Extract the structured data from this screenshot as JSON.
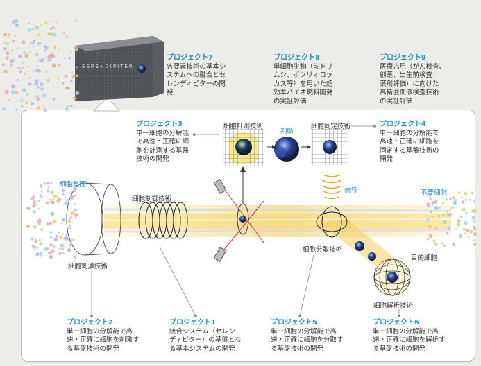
{
  "colors": {
    "accent": "#1a8fc9",
    "beam": "#f2d060",
    "panel_border": "#b8b8b2",
    "line": "#888888"
  },
  "brand": "SERENDIPITER",
  "projects": [
    {
      "title": "プロジェクト7",
      "body": "各要素技術の基本シ\nステムへの融合とセ\nレンディピターの開\n発"
    },
    {
      "title": "プロジェクト8",
      "body": "単細胞生物（ミドリ\nムシ、ボツリオコッ\nカス等）を用いた超\n効率バイオ燃料開発\nの実証評価"
    },
    {
      "title": "プロジェクト9",
      "body": "医療応用（がん検査、\n創薬、出生前検査、\n薬剤評価）に向けた\n高精度血液検査技術\nの実証評価"
    },
    {
      "title": "プロジェクト3",
      "body": "単一細胞の分解能\nで高速・正確に細\n胞を計測する基盤\n技術の開発"
    },
    {
      "title": "プロジェクト4",
      "body": "単一細胞の分解能で\n高速・正確に細胞を\n同定する基盤技術の\n開発"
    },
    {
      "title": "プロジェクト2",
      "body": "単一細胞の分解能で高\n速・正確に細胞を刺激す\nる基盤技術の開発"
    },
    {
      "title": "プロジェクト1",
      "body": "統合システム（セレン\nディピター）の基盤とな\nる基本システムの開発"
    },
    {
      "title": "プロジェクト5",
      "body": "単一細胞の分解能で高\n速・正確に細胞を分取す\nる基盤技術の開発"
    },
    {
      "title": "プロジェクト6",
      "body": "単一細胞の分解能で高\n速・正確に細胞を解析す\nる基盤技術の開発"
    }
  ],
  "labels": {
    "cell_population": "細胞集団",
    "cell_control": "細胞制御技術",
    "cell_stimulation": "細胞刺激技術",
    "cell_measurement": "細胞計測技術",
    "judgment": "判断",
    "cell_identification": "細胞同定技術",
    "signal": "信号",
    "unwanted_cells": "不要細胞",
    "cell_sorting": "細胞分取技術",
    "target_cell": "目的細胞",
    "cell_analysis": "細胞解析技術"
  }
}
